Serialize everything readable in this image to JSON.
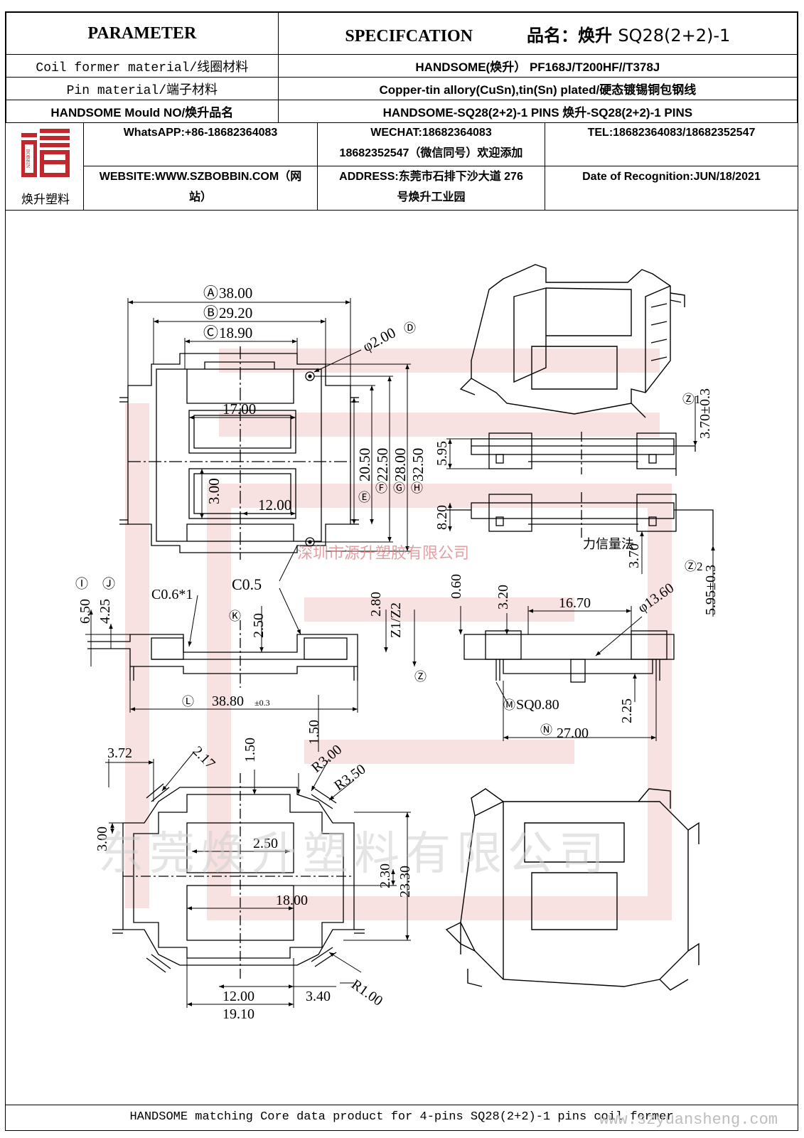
{
  "header": {
    "parameter": "PARAMETER",
    "specification": "SPECIFCATION",
    "product_label": "品名：焕升",
    "product_code": "SQ28(2+2)-1"
  },
  "rows": [
    {
      "param": "Coil former material/线圈材料",
      "value": "HANDSOME(焕升）  PF168J/T200HF//T378J"
    },
    {
      "param": "Pin material/端子材料",
      "value": "Copper-tin allory(CuSn),tin(Sn) plated/硬态镀锡铜包钢线"
    },
    {
      "param": "HANDSOME Mould NO/焕升品名",
      "value": "HANDSOME-SQ28(2+2)-1 PINS    焕升-SQ28(2+2)-1 PINS"
    }
  ],
  "company": {
    "logo_text": "BOBBIN",
    "name": "焕升塑料",
    "brand_color": "#c0282d",
    "whatsapp": "WhatsAPP:+86-18682364083",
    "wechat_1": "WECHAT:18682364083",
    "wechat_2": "18682352547（微信同号）欢迎添加",
    "tel": "TEL:18682364083/18682352547",
    "website_1": "WEBSITE:WWW.SZBOBBIN.COM（网",
    "website_2": "站）",
    "address_1": "ADDRESS:东莞市石排下沙大道 276",
    "address_2": "号焕升工业园",
    "date": "Date of Recognition:JUN/18/2021"
  },
  "dims": {
    "A": "38.00",
    "B": "29.20",
    "C": "18.90",
    "D": "φ2.00",
    "w17": "17.00",
    "h3": "3.00",
    "w12": "12.00",
    "E": "20.50",
    "F": "22.50",
    "G": "28.00",
    "H": "32.50",
    "s595": "5.95",
    "s820": "8.20",
    "Z1": "3.70±0.3",
    "Z2": "5.95±0.3",
    "force_note": "力信量法",
    "s370": "3.70",
    "c05": "C0.5",
    "c06": "C0.6*1",
    "I": "6.50",
    "J": "4.25",
    "K": "2.50",
    "s280": "2.80",
    "z1z2": "Z1/Z2",
    "L": "38.80",
    "L_tol": "±0.3",
    "s060": "0.60",
    "s320": "3.20",
    "s1670": "16.70",
    "d1360": "φ13.60",
    "M": "SQ0.80",
    "N": "27.00",
    "s225": "2.25",
    "s372": "3.72",
    "s217": "2.17",
    "s150a": "1.50",
    "s150b": "1.50",
    "r300": "R3.00",
    "r350": "R3.50",
    "s300b": "3.00",
    "s250b": "2.50",
    "s230": "2.30",
    "s2330": "23.30",
    "s1800": "18.00",
    "s1200b": "12.00",
    "s340": "3.40",
    "s1910": "19.10",
    "r100": "R1.00"
  },
  "watermarks": {
    "mid": "深圳市源升塑胶有限公司",
    "large": "东莞焕升塑料有限公司",
    "url": "www.szyuansheng.com"
  },
  "footer": "HANDSOME matching Core data  product for 4-pins SQ28(2+2)-1 pins coil former"
}
